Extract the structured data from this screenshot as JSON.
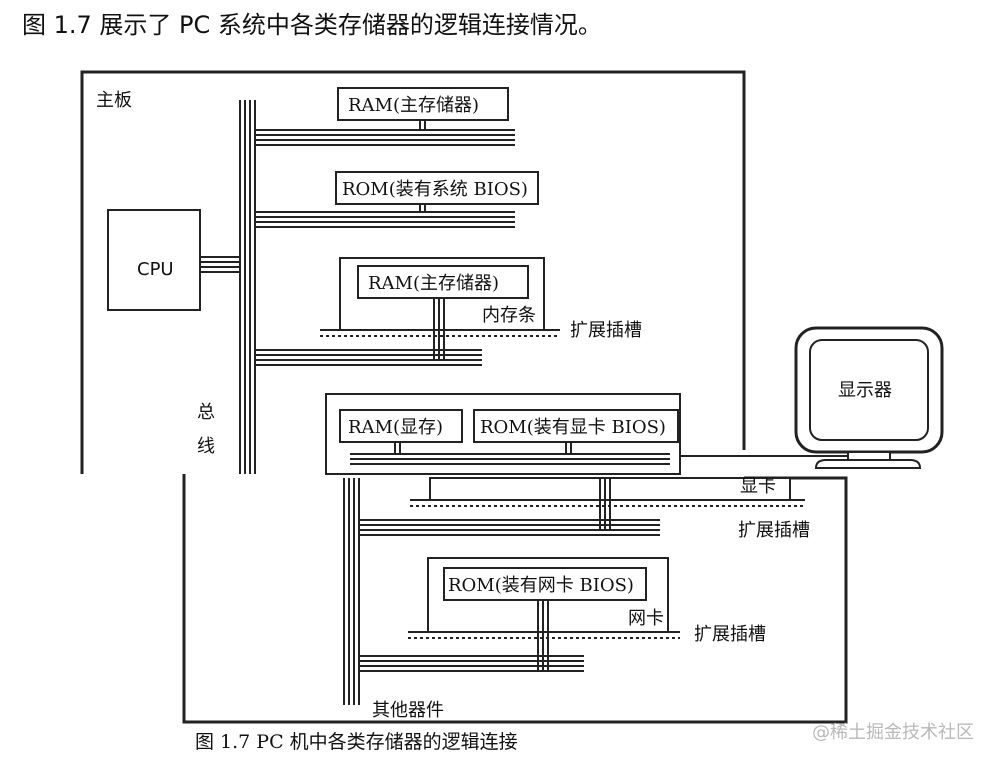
{
  "intro_text": "图 1.7 展示了 PC 系统中各类存储器的逻辑连接情况。",
  "diagram": {
    "mainboard_label": "主板",
    "cpu_label": "CPU",
    "bus_label": [
      "总",
      "线"
    ],
    "ram_main_label": "RAM(主存储器)",
    "rom_bios_label": "ROM(装有系统 BIOS)",
    "ram_module_label": "RAM(主存储器)",
    "memory_module_label": "内存条",
    "expansion_slot_label_1": "扩展插槽",
    "ram_vram_label": "RAM(显存)",
    "rom_vga_bios_label": "ROM(装有显卡 BIOS)",
    "graphics_card_label": "显卡",
    "expansion_slot_label_2": "扩展插槽",
    "rom_nic_bios_label": "ROM(装有网卡 BIOS)",
    "network_card_label": "网卡",
    "expansion_slot_label_3": "扩展插槽",
    "other_devices_label": "其他器件",
    "monitor_label": "显示器"
  },
  "caption": "图 1.7 PC 机中各类存储器的逻辑连接",
  "watermark": "@稀土掘金技术社区"
}
